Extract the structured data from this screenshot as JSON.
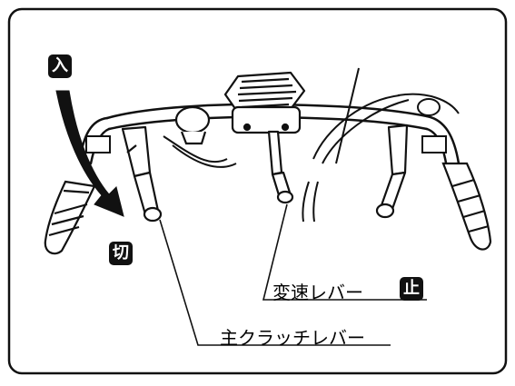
{
  "labels": {
    "on": "入",
    "off": "切",
    "stop": "止",
    "shift_lever": "変速レバー",
    "main_clutch_lever": "主クラッチレバー"
  },
  "colors": {
    "ink": "#111111",
    "paper": "#ffffff"
  }
}
